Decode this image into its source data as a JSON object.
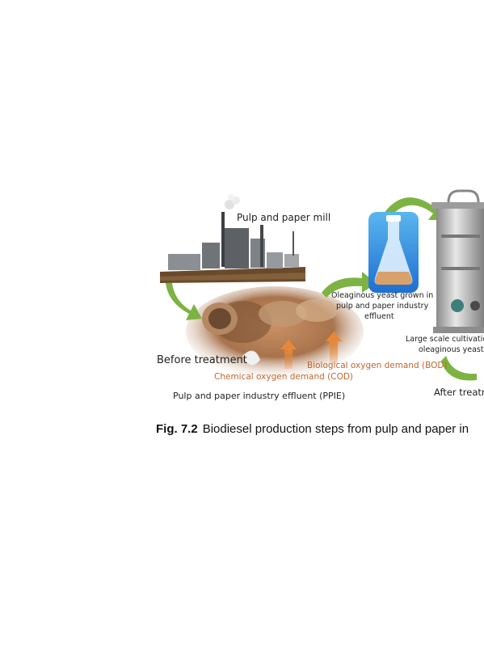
{
  "figure": {
    "labels": {
      "mill": "Pulp and paper mill",
      "yeast_line1": "Oleaginous yeast grown in",
      "yeast_line2": "pulp and paper industry",
      "yeast_line3": "effluent",
      "before": "Before treatment",
      "bod": "Biological oxygen demand (BOD)",
      "cod": "Chemical oxygen demand (COD)",
      "ppie": "Pulp and paper industry effluent (PPIE)",
      "large_line1": "Large scale cultivatio",
      "large_line2": "oleaginous yeast",
      "after": "After treatm"
    }
  },
  "caption": {
    "number": "Fig. 7.2",
    "text": "Biodiesel production steps from pulp and paper in"
  },
  "colors": {
    "label_text": "#222222",
    "demand_text": "#c0652d",
    "arrow_orange": "#e8873a",
    "arrow_green": "#7cb342"
  }
}
